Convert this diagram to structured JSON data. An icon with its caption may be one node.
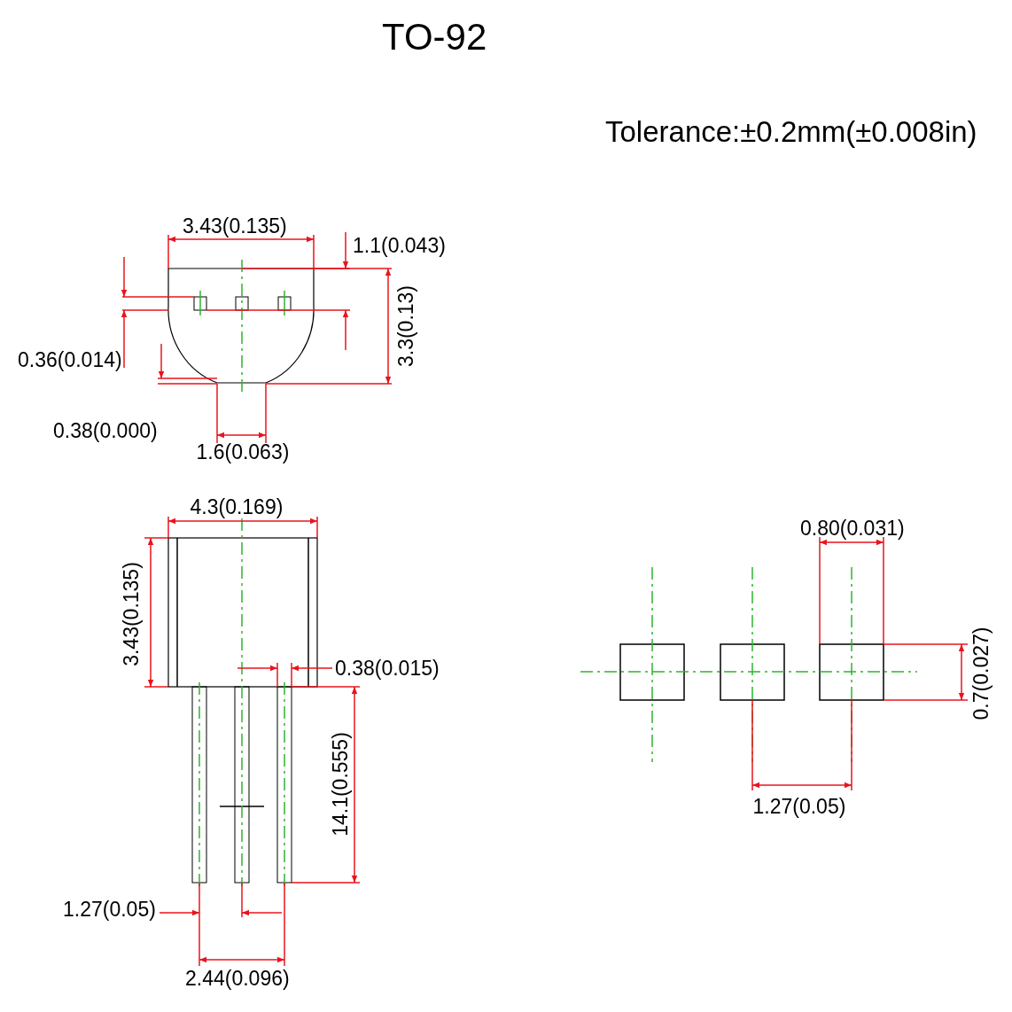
{
  "diagram": {
    "title": "TO-92",
    "labels": [
      "Tolerance:±0.2mm(±0.008in)",
      "3.43(0.135)",
      "1.1(0.043)",
      "3.3(0.13)",
      "0.36(0.014)",
      "0.38(0.000)",
      "1.6(0.063)",
      "4.3(0.169)",
      "0.80(0.031)",
      "3.43(0.135)",
      "0.38(0.015)",
      "0.7(0.027)",
      "14.1(0.555)",
      "1.27(0.05)",
      "1.27(0.05)",
      "2.44(0.096)"
    ]
  }
}
